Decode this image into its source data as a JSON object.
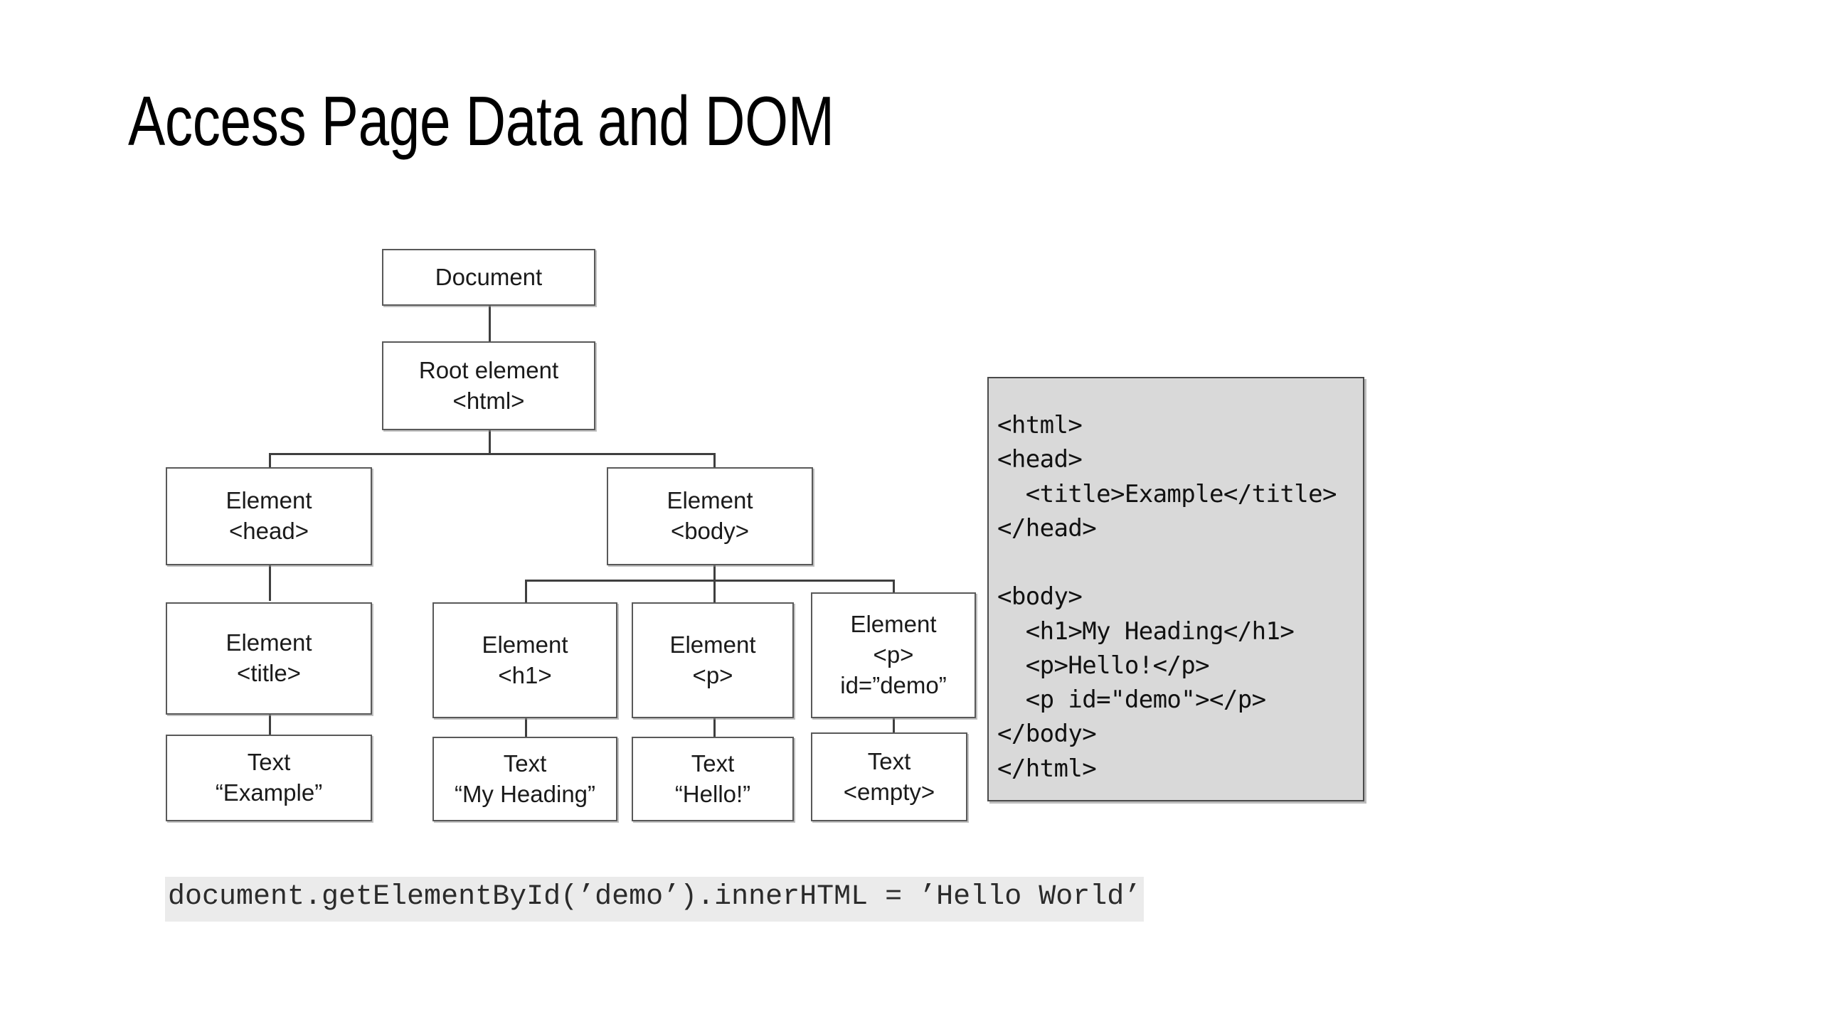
{
  "slide": {
    "title": "Access Page Data and DOM"
  },
  "diagram": {
    "name": "dom-tree",
    "nodes": [
      {
        "id": "document",
        "lines": [
          "Document"
        ]
      },
      {
        "id": "root-html",
        "lines": [
          "Root element",
          "<html>"
        ]
      },
      {
        "id": "head",
        "lines": [
          "Element",
          "<head>"
        ]
      },
      {
        "id": "body",
        "lines": [
          "Element",
          "<body>"
        ]
      },
      {
        "id": "title",
        "lines": [
          "Element",
          "<title>"
        ]
      },
      {
        "id": "h1",
        "lines": [
          "Element",
          "<h1>"
        ]
      },
      {
        "id": "p",
        "lines": [
          "Element",
          "<p>"
        ]
      },
      {
        "id": "p-demo",
        "lines": [
          "Element",
          "<p>",
          "id=”demo”"
        ]
      },
      {
        "id": "text-example",
        "lines": [
          "Text",
          "“Example”"
        ]
      },
      {
        "id": "text-my-heading",
        "lines": [
          "Text",
          "“My Heading”"
        ]
      },
      {
        "id": "text-hello",
        "lines": [
          "Text",
          "“Hello!”"
        ]
      },
      {
        "id": "text-empty",
        "lines": [
          "Text",
          "<empty>"
        ]
      }
    ]
  },
  "code_panel": {
    "name": "html-source-snippet",
    "text": "<html>\n<head>\n  <title>Example</title>\n</head>\n\n<body>\n  <h1>My Heading</h1>\n  <p>Hello!</p>\n  <p id=\"demo\"></p>\n</body>\n</html>"
  },
  "bottom_code": {
    "name": "javascript-statement",
    "text": "document.getElementById(’demo’).innerHTML = ’Hello World’"
  },
  "colors": {
    "background": "#ffffff",
    "node_border": "#595959",
    "node_fill": "#ffffff",
    "connector": "#3f3f3f",
    "code_panel_bg": "#d9d9d9",
    "code_panel_border": "#4a4a4a",
    "bottom_code_highlight": "#ebebeb",
    "text": "#000000"
  }
}
